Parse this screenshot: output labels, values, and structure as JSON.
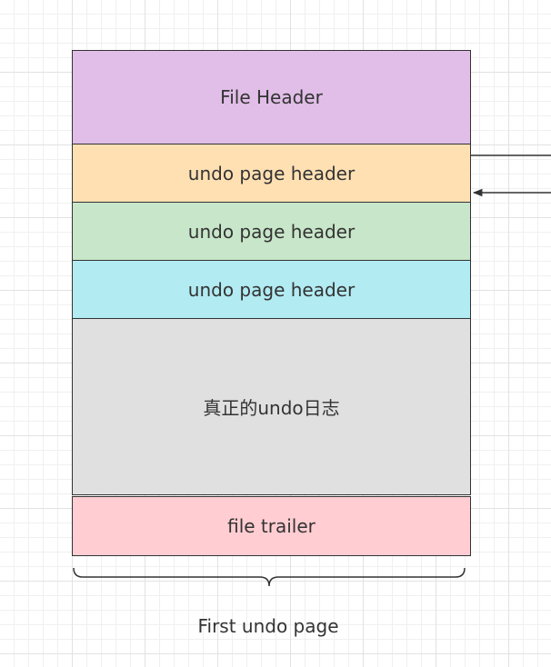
{
  "blocks": [
    {
      "id": "file-header",
      "label": "File Header",
      "color": "#e1bee7"
    },
    {
      "id": "undo-page-header-1",
      "label": "undo page header",
      "color": "#ffe0b3"
    },
    {
      "id": "undo-page-header-2",
      "label": "undo page header",
      "color": "#c8e6c9"
    },
    {
      "id": "undo-page-header-3",
      "label": "undo page header",
      "color": "#b2ebf2"
    },
    {
      "id": "undo-log-body",
      "label": "真正的undo日志",
      "color": "#e0e0e0"
    },
    {
      "id": "file-trailer",
      "label": "file trailer",
      "color": "#ffcdd2"
    }
  ],
  "caption": "First undo page",
  "colors": {
    "stroke": "#333333",
    "grid_major": "#e2e2e2",
    "grid_minor": "#f0f0f0",
    "background": "#ffffff"
  }
}
